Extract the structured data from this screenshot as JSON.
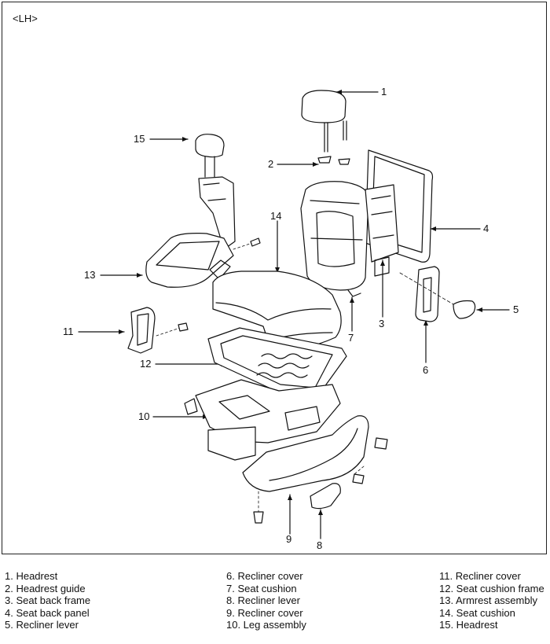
{
  "figure": {
    "side_tag": "<LH>",
    "callouts": {
      "c1": "1",
      "c2": "2",
      "c3": "3",
      "c4": "4",
      "c5": "5",
      "c6": "6",
      "c7": "7",
      "c8": "8",
      "c9": "9",
      "c10": "10",
      "c11": "11",
      "c12": "12",
      "c13": "13",
      "c14": "14",
      "c15": "15"
    }
  },
  "legend": {
    "col1": [
      "1. Headrest",
      "2. Headrest guide",
      "3. Seat back frame",
      "4. Seat back panel",
      "5. Recliner lever"
    ],
    "col2": [
      "6. Recliner cover",
      "7. Seat cushion",
      "8. Recliner lever",
      "9. Recliner cover",
      "10. Leg assembly"
    ],
    "col3": [
      "11. Recliner cover",
      "12. Seat cushion frame",
      "13. Armrest assembly",
      "14. Seat cushion",
      "15. Headrest"
    ]
  }
}
